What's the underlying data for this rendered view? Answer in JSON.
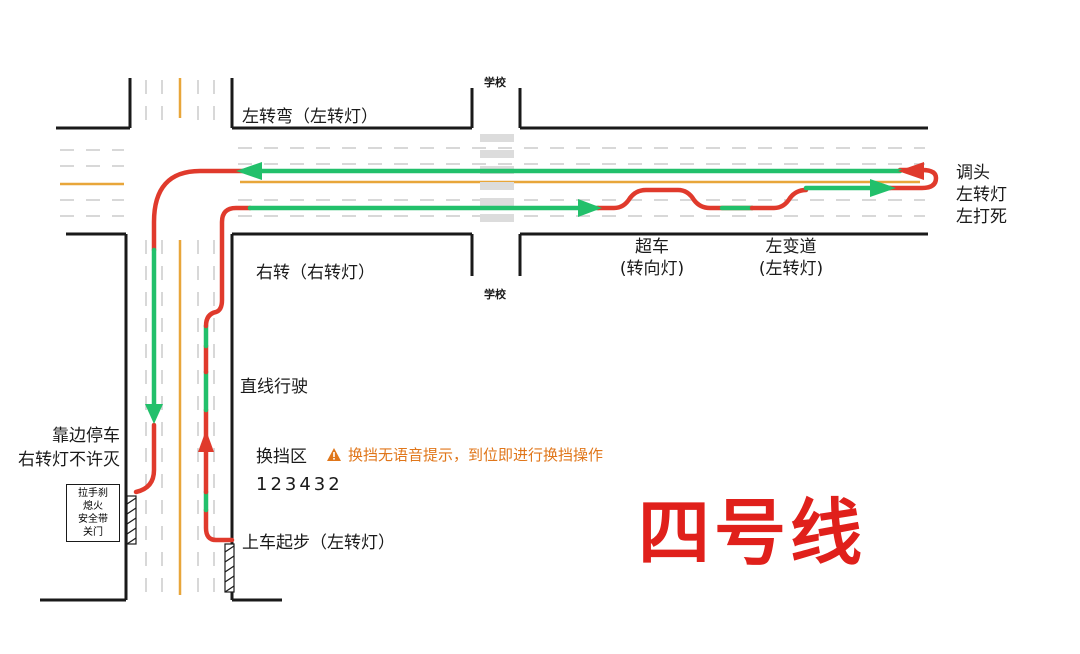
{
  "title": "四号线",
  "labels": {
    "left_turn": "左转弯（左转灯）",
    "right_turn": "右转（右转灯）",
    "u_turn": [
      "调头",
      "左转灯",
      "左打死"
    ],
    "overtake": [
      "超车",
      "(转向灯)"
    ],
    "lane_change": [
      "左变道",
      "(左转灯)"
    ],
    "straight": "直线行驶",
    "pull_over": [
      "靠边停车",
      "右转灯不许灭"
    ],
    "gear_zone": "换挡区",
    "gear_warning": "换挡无语音提示，到位即进行换挡操作",
    "gear_sequence": "123432",
    "start": "上车起步（左转灯）",
    "school_top": "学校",
    "school_bottom": "学校",
    "checklist": [
      "拉手刹",
      "熄火",
      "安全带",
      "关门"
    ]
  },
  "icons": [
    "warning-icon",
    "arrow-icon"
  ],
  "colors": {
    "route_green": "#22c06b",
    "route_red": "#e03a2c",
    "road_line": "#1a1a1a",
    "yellow_line": "#e8a63a",
    "lane_dash": "#cccccc",
    "warning": "#e0761a",
    "title": "#e0201b"
  }
}
